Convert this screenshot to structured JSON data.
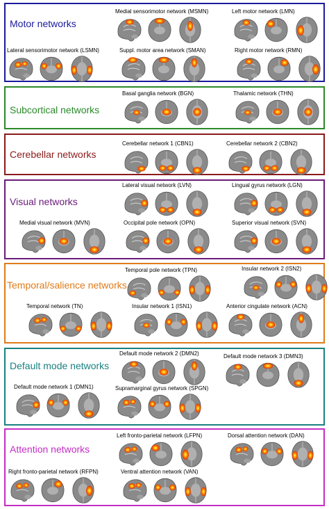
{
  "groups": [
    {
      "title": "Motor networks",
      "color": "#1a1a9c",
      "networks": [
        {
          "label": "Medial sensorimotor network (MSMN)",
          "views": [
            "sagittal-medial",
            "coronal-top",
            "axial-central"
          ]
        },
        {
          "label": "Left motor network (LMN)",
          "views": [
            "sagittal-lateral-top",
            "coronal-left",
            "axial-left"
          ]
        },
        {
          "label": "Lateral sensorimotor network (LSMN)",
          "views": [
            "sagittal-lateral",
            "coronal-bilateral",
            "axial-bilateral"
          ]
        },
        {
          "label": "Suppl. motor area network (SMAN)",
          "views": [
            "sagittal-medial-top",
            "coronal-top",
            "axial-front-central"
          ]
        },
        {
          "label": "Right motor network (RMN)",
          "views": [
            "sagittal-lateral-top",
            "coronal-right",
            "axial-right"
          ]
        }
      ]
    },
    {
      "title": "Subcortical networks",
      "color": "#2a8a2a",
      "networks": [
        {
          "label": "Basal ganglia network (BGN)",
          "views": [
            "sagittal-center",
            "coronal-center",
            "axial-center"
          ]
        },
        {
          "label": "Thalamic network (THN)",
          "views": [
            "sagittal-center",
            "coronal-center",
            "axial-center"
          ]
        }
      ]
    },
    {
      "title": "Cerebellar networks",
      "color": "#8b1a1a",
      "networks": [
        {
          "label": "Cerebellar network 1 (CBN1)",
          "views": [
            "sagittal-posterior-low",
            "coronal-low",
            "axial-posterior"
          ]
        },
        {
          "label": "Cerebellar network 2 (CBN2)",
          "views": [
            "sagittal-posterior-low",
            "coronal-low",
            "axial-posterior"
          ]
        }
      ]
    },
    {
      "title": "Visual networks",
      "color": "#6a1b7a",
      "networks": [
        {
          "label": "Lateral visual network (LVN)",
          "views": [
            "sagittal-posterior",
            "coronal-low",
            "axial-posterior"
          ]
        },
        {
          "label": "Lingual gyrus network (LGN)",
          "views": [
            "sagittal-posterior",
            "coronal-low",
            "axial-posterior"
          ]
        },
        {
          "label": "Medial visual network (MVN)",
          "views": [
            "sagittal-posterior",
            "coronal-center",
            "axial-posterior"
          ]
        },
        {
          "label": "Occipital pole network (OPN)",
          "views": [
            "sagittal-posterior",
            "coronal-center",
            "axial-posterior"
          ]
        },
        {
          "label": "Superior visual network (SVN)",
          "views": [
            "sagittal-posterior",
            "coronal-center",
            "axial-posterior"
          ]
        }
      ]
    },
    {
      "title": "Temporal/salience networks",
      "color": "#e07b1a",
      "networks": [
        {
          "label": "Temporal pole network (TPN)",
          "views": [
            "sagittal-anterior-low",
            "coronal-bilateral-low",
            "axial-bilateral"
          ]
        },
        {
          "label": "Insular network 2 (ISN2)",
          "views": [
            "sagittal-center",
            "coronal-bilateral",
            "axial-bilateral"
          ]
        },
        {
          "label": "Temporal network (TN)",
          "views": [
            "sagittal-lateral",
            "coronal-bilateral-low",
            "axial-bilateral"
          ]
        },
        {
          "label": "Insular network 1 (ISN1)",
          "views": [
            "sagittal-center",
            "coronal-bilateral",
            "axial-bilateral"
          ]
        },
        {
          "label": "Anterior cingulate network (ACN)",
          "views": [
            "sagittal-medial",
            "coronal-center",
            "axial-front-central"
          ]
        }
      ]
    },
    {
      "title": "Default mode networks",
      "color": "#1a8080",
      "networks": [
        {
          "label": "Default mode network 2 (DMN2)",
          "views": [
            "sagittal-medial",
            "coronal-center",
            "axial-front-central"
          ]
        },
        {
          "label": "Default mode network 3 (DMN3)",
          "views": [
            "sagittal-medial",
            "coronal-top",
            "axial-posterior"
          ]
        },
        {
          "label": "Default mode network 1 (DMN1)",
          "views": [
            "sagittal-posterior",
            "coronal-bilateral",
            "axial-posterior"
          ]
        },
        {
          "label": "Supramarginal gyrus network (SPGN)",
          "views": [
            "sagittal-lateral",
            "coronal-bilateral",
            "axial-bilateral"
          ]
        }
      ]
    },
    {
      "title": "Attention networks",
      "color": "#c42ec4",
      "networks": [
        {
          "label": "Left fronto-parietal network (LFPN)",
          "views": [
            "sagittal-lateral",
            "coronal-left",
            "axial-left"
          ]
        },
        {
          "label": "Dorsal attention network (DAN)",
          "views": [
            "sagittal-lateral",
            "coronal-bilateral",
            "axial-bilateral"
          ]
        },
        {
          "label": "Right fronto-parietal network (RFPN)",
          "views": [
            "sagittal-lateral",
            "coronal-right",
            "axial-right"
          ]
        },
        {
          "label": "Ventral attention network (VAN)",
          "views": [
            "sagittal-lateral",
            "coronal-bilateral",
            "axial-bilateral"
          ]
        }
      ]
    }
  ]
}
